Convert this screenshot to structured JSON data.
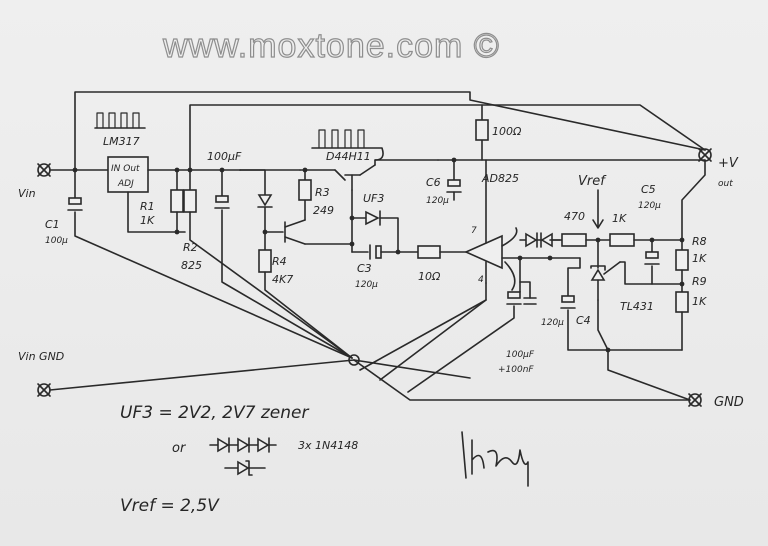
{
  "watermark": "www.moxtone.com ©",
  "labels": {
    "vin": "Vin",
    "vin_gnd": "Vin GND",
    "plus_v_out": "+V",
    "out": "out",
    "gnd": "GND",
    "vref_arrow": "Vref",
    "c1_name": "C1",
    "c1_value": "100µ",
    "lm317": "LM317",
    "in_out": "IN Out",
    "adj": "ADJ",
    "r1_name": "R1",
    "r1_value": "1K",
    "r2_name": "R2",
    "r2_value": "825",
    "cap_100uf": "100µF",
    "r3_name": "R3",
    "r3_value": "249",
    "r4_name": "R4",
    "r4_value": "4K7",
    "d44h11": "D44H11",
    "uf3": "UF3",
    "c3_name": "C3",
    "c3_value": "120µ",
    "c6_name": "C6",
    "c6_value": "120µ",
    "r_100ohm": "100Ω",
    "r_10ohm": "10Ω",
    "ad825": "AD825",
    "pin7": "7",
    "pin4": "4",
    "r_470": "470",
    "r_1k": "1K",
    "c5_name": "C5",
    "c5_value": "120µ",
    "r8_name": "R8",
    "r8_value": "1K",
    "r9_name": "R9",
    "r9_value": "1K",
    "tl431": "TL431",
    "c4_cap": "120µ",
    "c4_name": "C4",
    "cap_pair_1": "100µF",
    "cap_pair_2": "+100nF"
  },
  "notes": {
    "uf3_eq": "UF3 = 2V2, 2V7 zener",
    "or": "or",
    "diodes": "3x 1N4148",
    "vref_eq": "Vref = 2,5V"
  }
}
